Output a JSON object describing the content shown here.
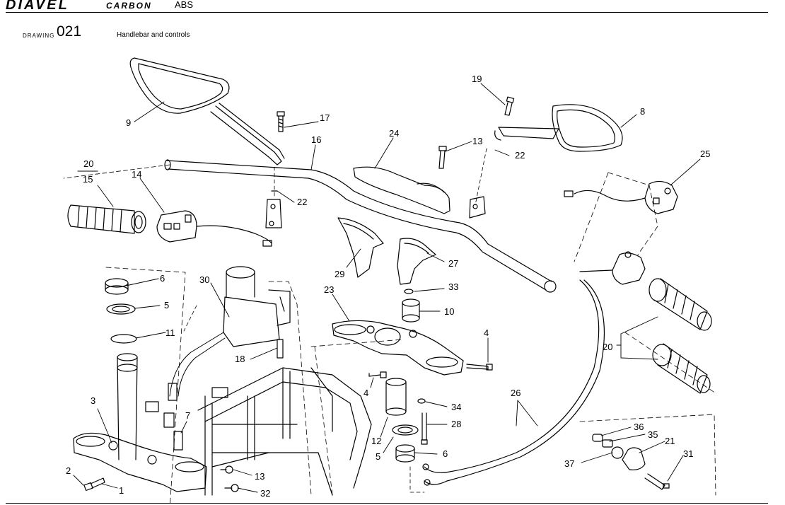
{
  "header": {
    "brand": "DIAVEL",
    "model": "CARBON",
    "variant": "ABS",
    "drawing_label": "DRAWING",
    "drawing_number": "021",
    "title": "Handlebar and controls"
  },
  "callouts": {
    "c9": "9",
    "c17": "17",
    "c16": "16",
    "c19": "19",
    "c8": "8",
    "c24": "24",
    "c13a": "13",
    "c22a": "22",
    "c22b": "22",
    "c25": "25",
    "c20a": "20",
    "c15": "15",
    "c14": "14",
    "c29": "29",
    "c27": "27",
    "c33": "33",
    "c10": "10",
    "c30": "30",
    "c23": "23",
    "c6a": "6",
    "c5a": "5",
    "c11": "11",
    "c18": "18",
    "c4a": "4",
    "c4b": "4",
    "c3": "3",
    "c7": "7",
    "c34": "34",
    "c28": "28",
    "c12": "12",
    "c5b": "5",
    "c6b": "6",
    "c26": "26",
    "c20b": "20",
    "c2": "2",
    "c1": "1",
    "c13b": "13",
    "c32": "32",
    "c36": "36",
    "c35": "35",
    "c21": "21",
    "c37": "37",
    "c31": "31"
  }
}
